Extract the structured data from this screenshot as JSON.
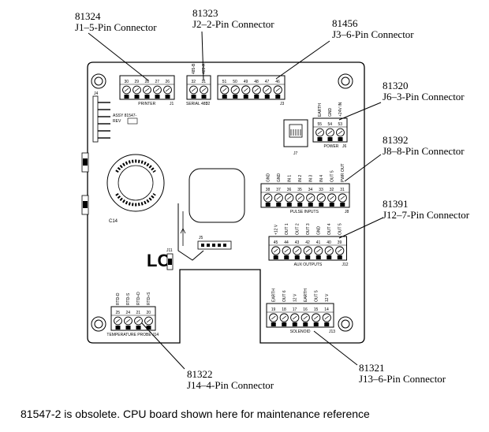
{
  "callouts": {
    "j1": {
      "part": "81324",
      "name": "J1–5-Pin Connector"
    },
    "j2": {
      "part": "81323",
      "name": "J2–2-Pin Connector"
    },
    "j3": {
      "part": "81456",
      "name": "J3–6-Pin Connector"
    },
    "j6": {
      "part": "81320",
      "name": "J6–3-Pin Connector"
    },
    "j8": {
      "part": "81392",
      "name": "J8–8-Pin Connector"
    },
    "j12": {
      "part": "81391",
      "name": "J12–7-Pin Connector"
    },
    "j14": {
      "part": "81322",
      "name": "J14–4-Pin Connector"
    },
    "j13": {
      "part": "81321",
      "name": "J13–6-Pin Connector"
    }
  },
  "caption": "81547-2 is obsolete. CPU board shown here for maintenance reference",
  "board": {
    "j1_label": "PRINTER",
    "j1_id": "J1",
    "j1_pins": [
      "30",
      "29",
      "28",
      "27",
      "26"
    ],
    "j2_label": "SERIAL 485",
    "j2_id": "J2",
    "j2_pins": [
      "32",
      "31"
    ],
    "j2_signals": [
      "485-B",
      "485-A"
    ],
    "j3_id": "J3",
    "j3_pins": [
      "51",
      "50",
      "49",
      "48",
      "47",
      "46"
    ],
    "j4_id": "J4",
    "assy": "ASSY 81547-",
    "rev": "REV",
    "j6_label": "POWER",
    "j6_id": "J6",
    "j6_pins": [
      "55",
      "54",
      "53"
    ],
    "j6_signals": [
      "EARTH",
      "GND",
      "+24V IN"
    ],
    "j7_id": "J7",
    "j8_label": "PULSE INPUTS",
    "j8_id": "J8",
    "j8_pins": [
      "38",
      "37",
      "36",
      "35",
      "34",
      "33",
      "32",
      "31"
    ],
    "j8_signals": [
      "GND",
      "GND",
      "IN 1",
      "IN 2",
      "IN 3",
      "IN 4",
      "OUT 5",
      "PWR OUT"
    ],
    "j12_label": "AUX OUTPUTS",
    "j12_id": "J12",
    "j12_pins": [
      "45",
      "44",
      "43",
      "42",
      "41",
      "40",
      "39"
    ],
    "j12_signals": [
      "+12 V",
      "OUT 1",
      "OUT 2",
      "OUT 3",
      "GND",
      "OUT 4",
      "OUT 5"
    ],
    "j13_label": "SOLENOID",
    "j13_id": "J13",
    "j13_pins": [
      "19",
      "18",
      "17",
      "16",
      "15",
      "14"
    ],
    "j13_signals": [
      "EARTH",
      "OUT 6",
      "12 V",
      "EARTH",
      "OUT 5",
      "12 V"
    ],
    "j14_label": "TEMPERATURE PROBE J14",
    "j14_pins": [
      "25",
      "24",
      "21",
      "20"
    ],
    "j14_signals": [
      "RTD-D",
      "RTD-S",
      "RTD+D",
      "RTD+S"
    ],
    "j5_id": "J5",
    "j11_id": "J11",
    "c14": "C14",
    "logo": "LC"
  }
}
